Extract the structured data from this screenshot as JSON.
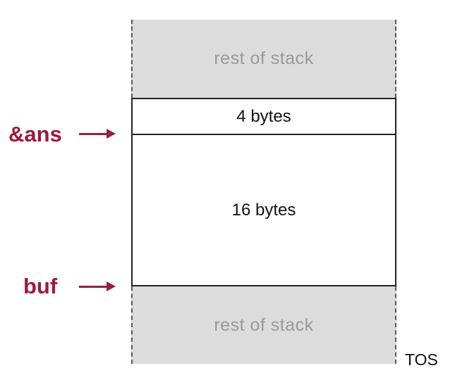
{
  "diagram": {
    "rest_top_label": "rest of stack",
    "ans_cell_label": "4 bytes",
    "buf_cell_label": "16 bytes",
    "rest_bottom_label": "rest of stack",
    "ans_pointer_label": "&ans",
    "buf_pointer_label": "buf",
    "tos_label": "TOS"
  },
  "colors": {
    "pointer": "#9b1b3f",
    "stack_fill": "#dcdcdc"
  }
}
